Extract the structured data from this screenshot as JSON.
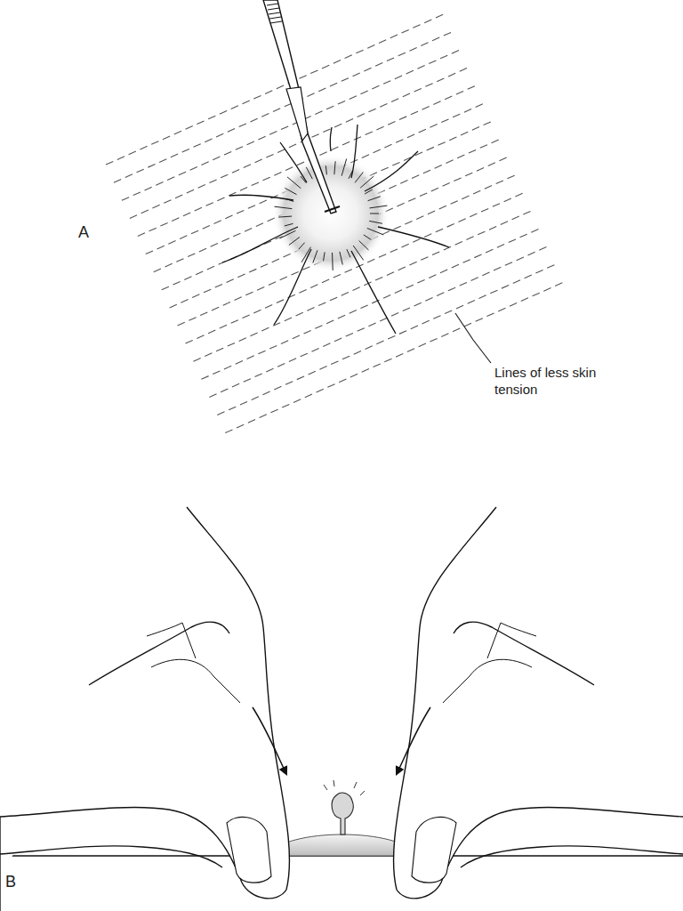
{
  "diagram": {
    "labels": [
      "A",
      "Lines of less skin tension",
      "B"
    ]
  }
}
